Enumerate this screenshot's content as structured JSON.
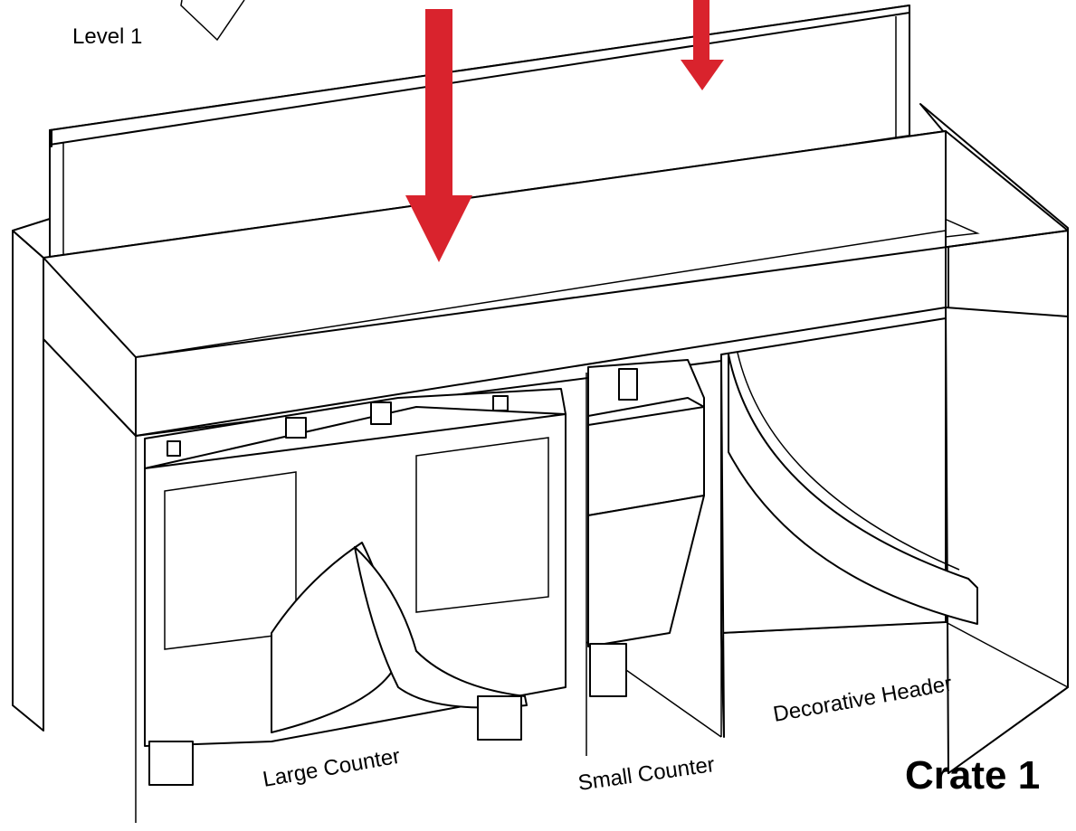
{
  "labels": {
    "level": "Level 1",
    "large_counter": "Large Counter",
    "small_counter": "Small Counter",
    "decorative_header": "Decorative Header",
    "crate": "Crate 1"
  },
  "colors": {
    "arrow": "#d9232d",
    "line": "#000000",
    "fill": "#ffffff"
  }
}
